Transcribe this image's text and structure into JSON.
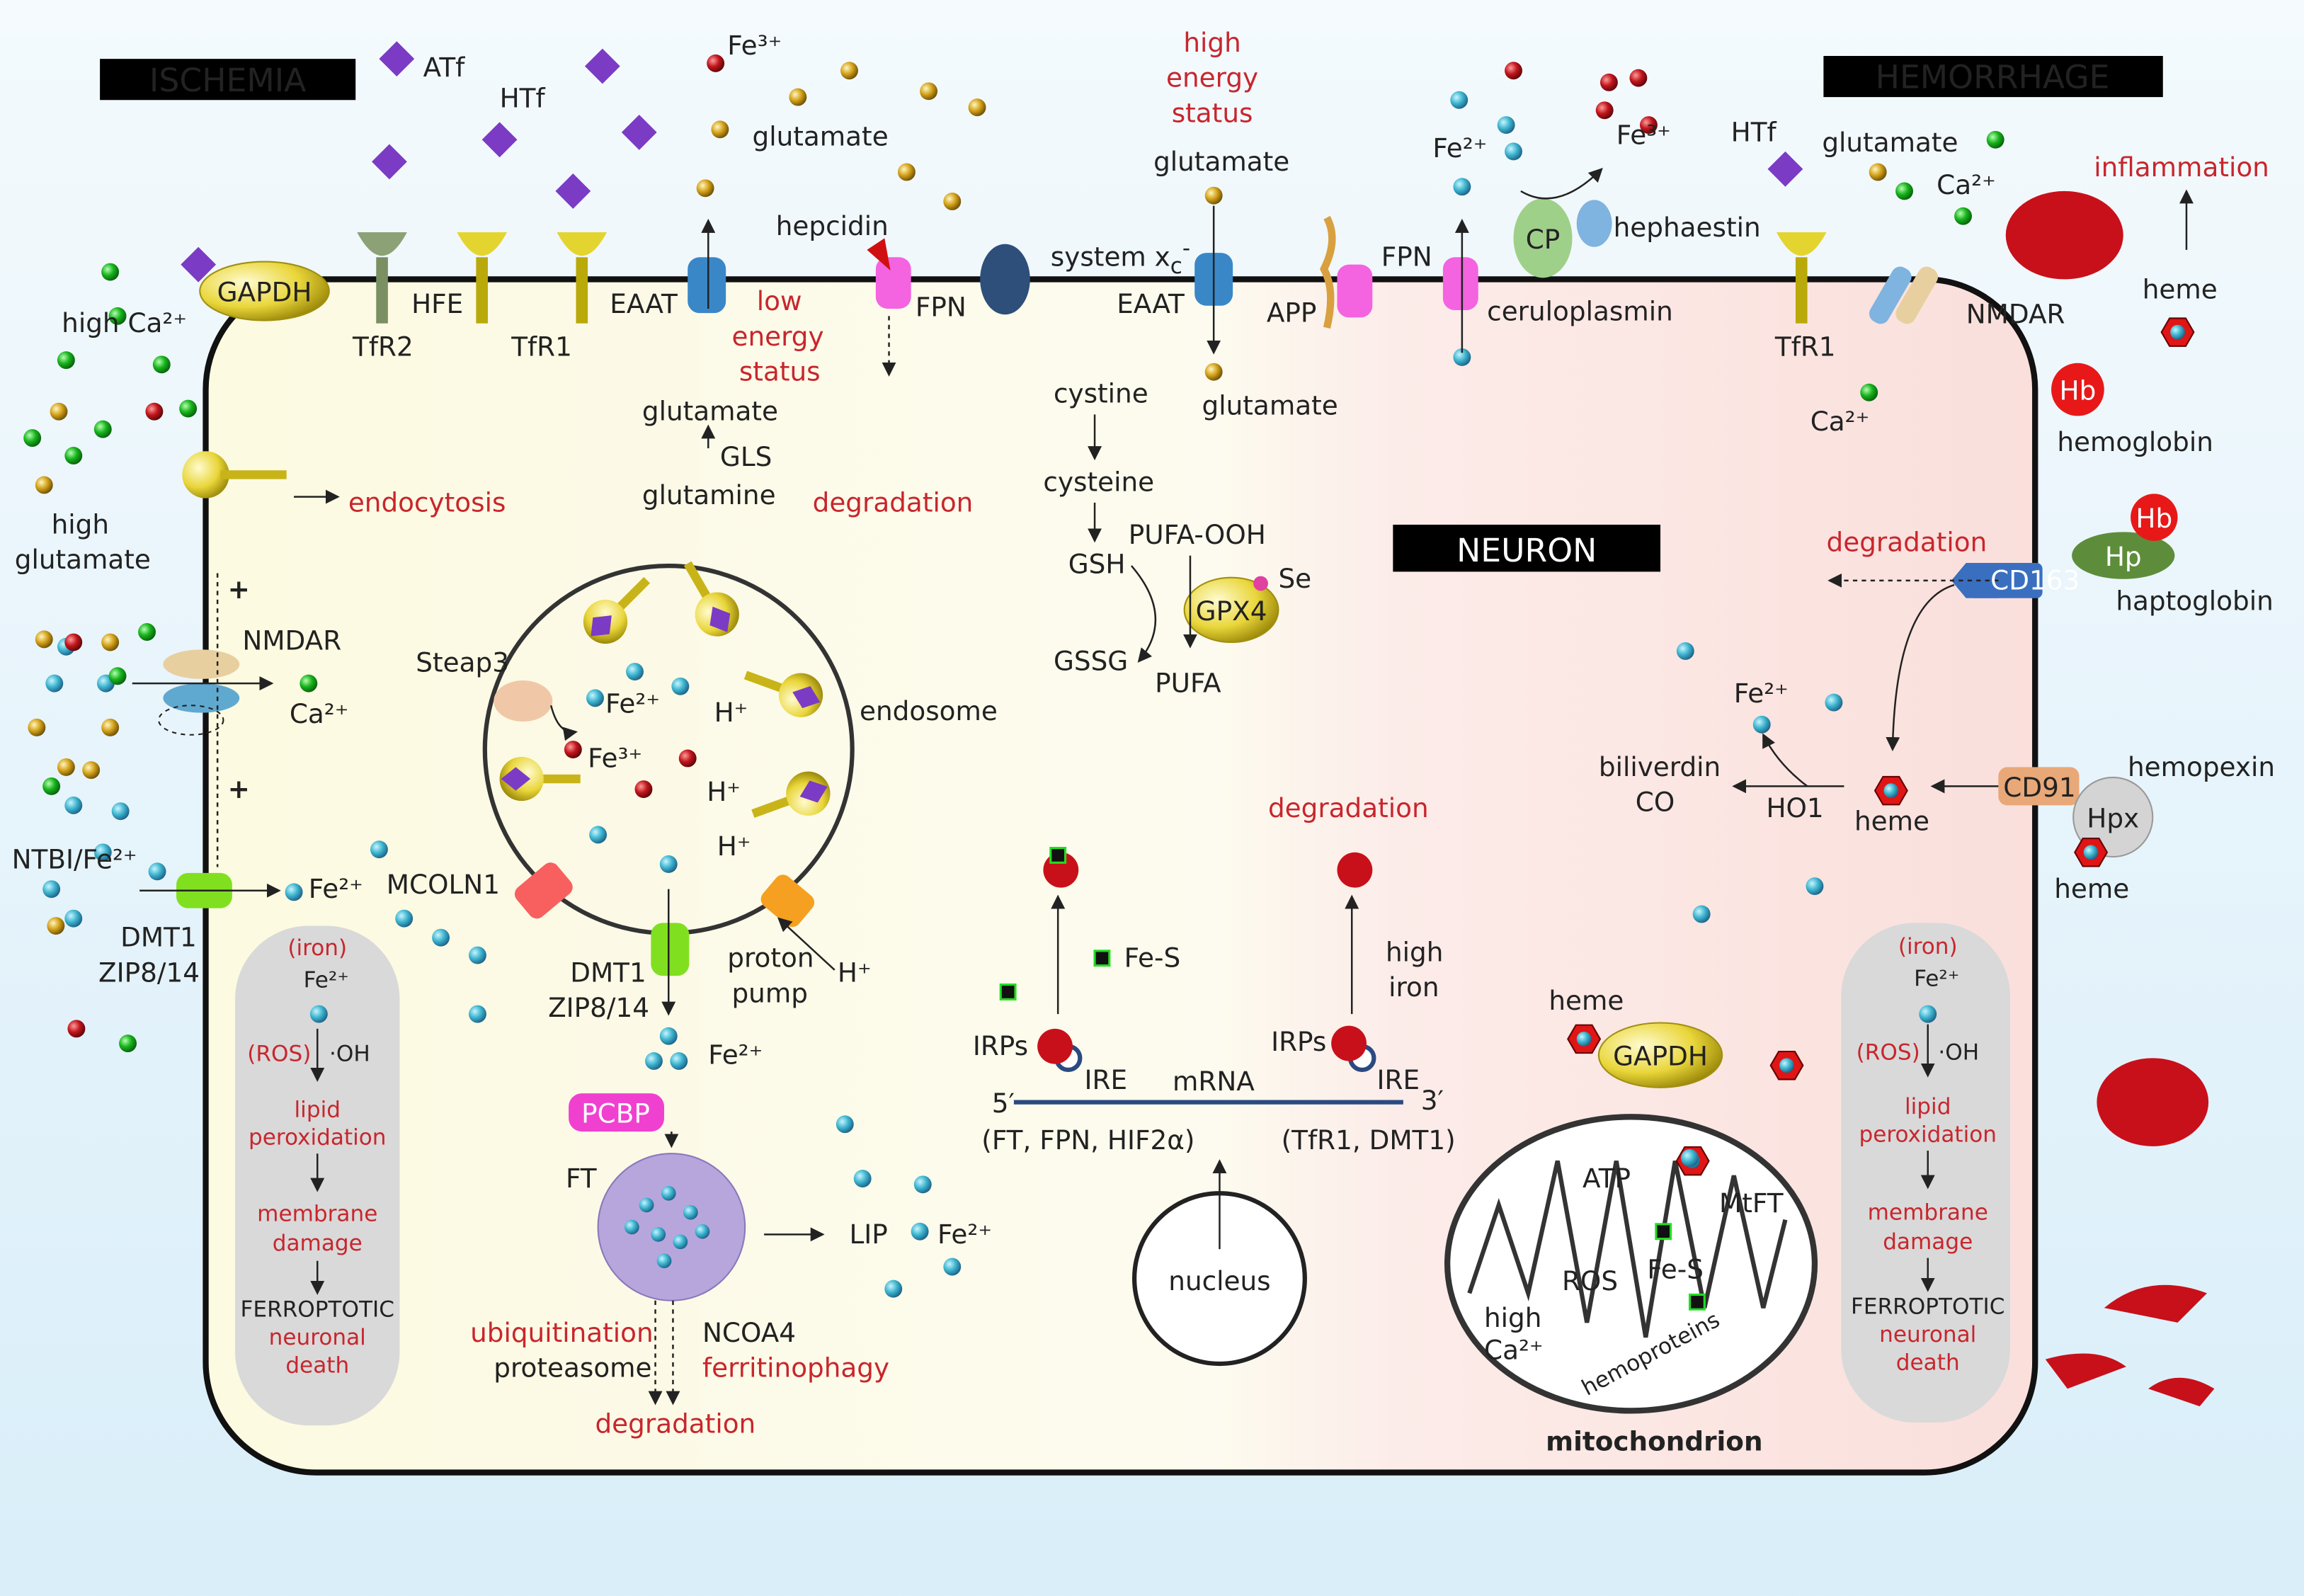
{
  "banners": {
    "ischemia": "ISCHEMIA",
    "hemorrhage": "HEMORRHAGE",
    "neuron": "NEURON"
  },
  "colors": {
    "ischemia_text": "#f5e06a",
    "hemorrhage_text": "#f4a080",
    "red_label": "#c8262d",
    "iron_fe2": "#3fb6d0",
    "iron_fe3": "#c0161c",
    "glutamate": "#d4a21a",
    "calcium": "#17b31c",
    "cell_left": "#fdfbe6",
    "cell_right": "#fbe2df",
    "background": "#e6f3fb"
  },
  "extracellular": {
    "atf": "ATf",
    "htf_left": "HTf",
    "fe3_top": "Fe³⁺",
    "glutamate_top": "glutamate",
    "high_energy_status": [
      "high",
      "energy",
      "status"
    ],
    "glutamate_center": "glutamate",
    "fe2_right": "Fe²⁺",
    "fe3_right": "Fe³⁺",
    "htf_right": "HTf",
    "glutamate_right": "glutamate",
    "ca_right": "Ca²⁺",
    "inflammation": "inflammation",
    "heme_top": "heme",
    "hb": "Hb",
    "hemoglobin": "hemoglobin",
    "hb2": "Hb",
    "hp": "Hp",
    "haptoglobin": "haptoglobin",
    "hemopexin": "hemopexin",
    "hpx": "Hpx",
    "heme_hpx": "heme",
    "high_ca": "high Ca²⁺",
    "high_glutamate": [
      "high",
      "glutamate"
    ],
    "ntbi": "NTBI/Fe²⁺",
    "dmt1": "DMT1",
    "zip": "ZIP8/14"
  },
  "membrane": {
    "gapdh": "GAPDH",
    "hfe": "HFE",
    "tfr2": "TfR2",
    "tfr1": "TfR1",
    "eaat_left": "EAAT",
    "hepcidin": "hepcidin",
    "fpn_left": "FPN",
    "system_xc": "system x",
    "system_xc_sub": "c",
    "system_xc_sup": "-",
    "eaat_center": "EAAT",
    "app": "APP",
    "fpn_right": "FPN",
    "cp": "CP",
    "hephaestin": "hephaestin",
    "ceruloplasmin": "ceruloplasmin",
    "tfr1_right": "TfR1",
    "nmdar_right": "NMDAR",
    "ca_in": "Ca²⁺",
    "nmdar_left": "NMDAR",
    "ca_left": "Ca²⁺",
    "plus": "+",
    "fe2_left": "Fe²⁺",
    "cd163": "CD163",
    "cd91": "CD91"
  },
  "cytosol": {
    "low_energy_status": [
      "low",
      "energy",
      "status"
    ],
    "glutamate": "glutamate",
    "gls": "GLS",
    "glutamine": "glutamine",
    "degradation_fpn": "degradation",
    "endocytosis": "endocytosis",
    "cystine": "cystine",
    "glutamate_in": "glutamate",
    "cysteine": "cysteine",
    "pufa_ooh": "PUFA-OOH",
    "gsh": "GSH",
    "se": "Se",
    "gpx4": "GPX4",
    "gssg": "GSSG",
    "pufa": "PUFA",
    "degradation_hb": "degradation",
    "fe2_heme": "Fe²⁺",
    "biliverdin": "biliverdin",
    "co": "CO",
    "ho1": "HO1",
    "heme": "heme"
  },
  "endosome": {
    "steap3": "Steap3",
    "fe2": "Fe²⁺",
    "h1": "H⁺",
    "label": "endosome",
    "fe3": "Fe³⁺",
    "h2": "H⁺",
    "h3": "H⁺",
    "mcoln1": "MCOLN1",
    "dmt1": "DMT1",
    "zip": "ZIP8/14",
    "proton_pump": [
      "proton",
      "pump"
    ],
    "h_out": "H⁺",
    "fe2_out": "Fe²⁺",
    "pcbp": "PCBP",
    "ft": "FT",
    "lip": "LIP",
    "fe2_lip": "Fe²⁺",
    "ubiquitination": "ubiquitination",
    "proteasome": "proteasome",
    "ncoa4": "NCOA4",
    "ferritinophagy": "ferritinophagy",
    "degradation": "degradation"
  },
  "ferroptosis_left": {
    "iron": "(iron)",
    "fe2": "Fe²⁺",
    "ros": "(ROS)",
    "oh": "·OH",
    "lipid": [
      "lipid",
      "peroxidation"
    ],
    "membrane": [
      "membrane",
      "damage"
    ],
    "ferroptotic": "FERROPTOTIC",
    "death": [
      "neuronal",
      "death"
    ]
  },
  "ferroptosis_right": {
    "iron": "(iron)",
    "fe2": "Fe²⁺",
    "ros": "(ROS)",
    "oh": "·OH",
    "lipid": [
      "lipid",
      "peroxidation"
    ],
    "membrane": [
      "membrane",
      "damage"
    ],
    "ferroptotic": "FERROPTOTIC",
    "death": [
      "neuronal",
      "death"
    ]
  },
  "ire_irp": {
    "degradation": "degradation",
    "fe_s": "Fe-S",
    "high_iron": [
      "high",
      "iron"
    ],
    "irps_left": "IRPs",
    "ire_left": "IRE",
    "mrna": "mRNA",
    "irps_right": "IRPs",
    "ire_right": "IRE",
    "five": "5′",
    "three": "3′",
    "targets_5": "(FT, FPN, HIF2α)",
    "targets_3": "(TfR1, DMT1)",
    "nucleus": "nucleus"
  },
  "mitochondrion": {
    "heme": "heme",
    "gapdh": "GAPDH",
    "atp": "ATP",
    "mtft": "MtFT",
    "ros": "ROS",
    "fe_s": "Fe-S",
    "high_ca": [
      "high",
      "Ca²⁺"
    ],
    "hemoproteins": "hemoproteins",
    "label": "mitochondrion"
  }
}
